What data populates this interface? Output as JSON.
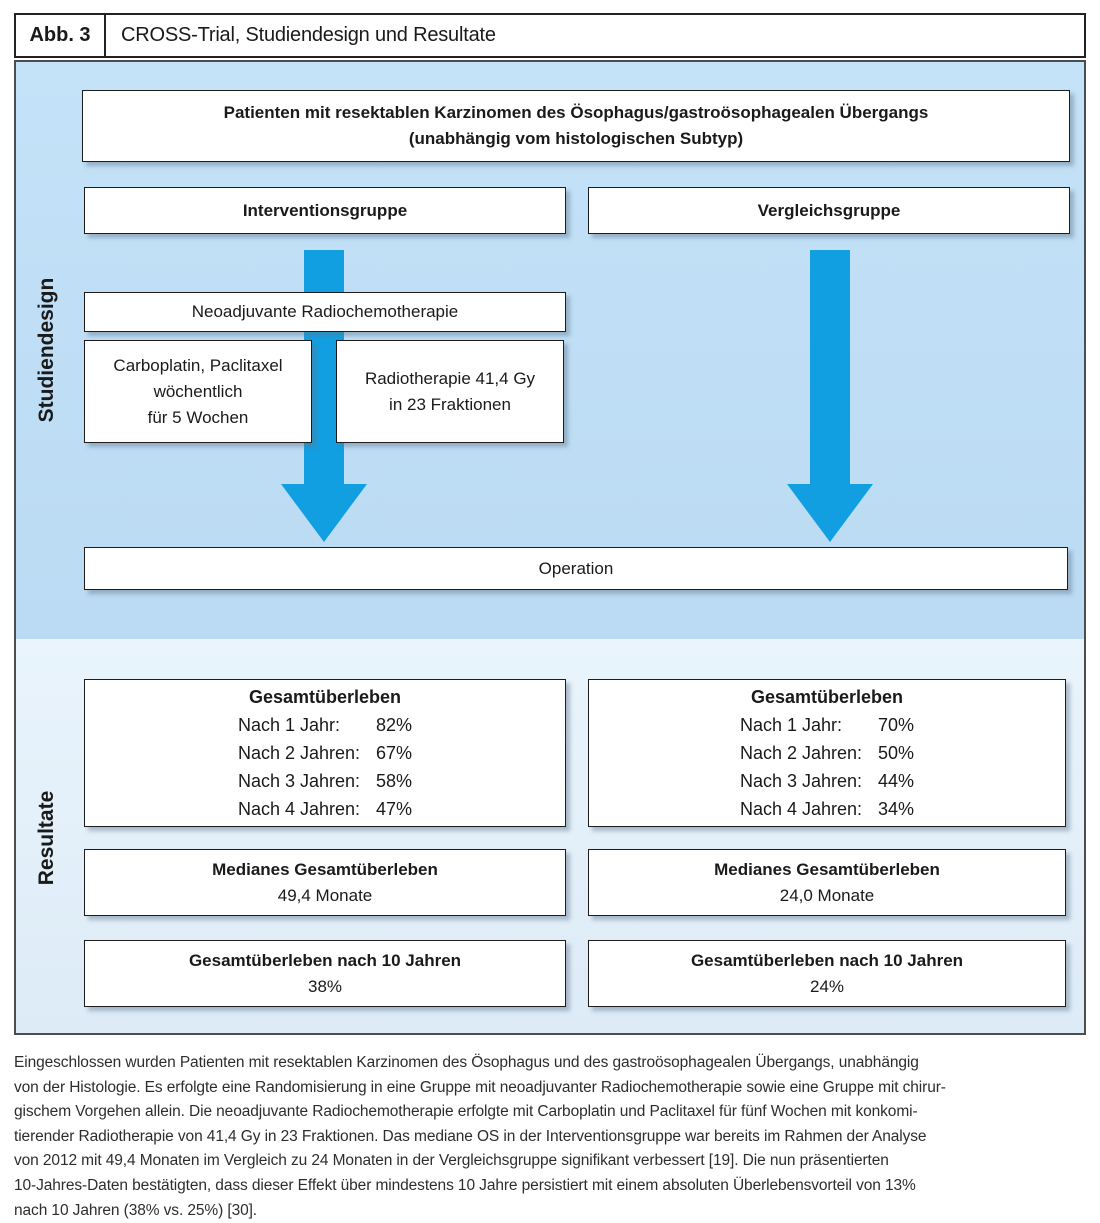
{
  "figure": {
    "label": "Abb. 3",
    "title": "CROSS-Trial, Studiendesign und Resultate"
  },
  "sections": {
    "design_label": "Studiendesign",
    "results_label": "Resultate"
  },
  "design": {
    "patients_line1": "Patienten mit resektablen Karzinomen des Ösophagus/gastroösophagealen Übergangs",
    "patients_line2": "(unabhängig vom histologischen Subtyp)",
    "intervention_group": "Interventionsgruppe",
    "comparison_group": "Vergleichsgruppe",
    "neoadjuvant": "Neoadjuvante Radiochemotherapie",
    "chemo_lines": [
      "Carboplatin, Paclitaxel",
      "wöchentlich",
      "für 5 Wochen"
    ],
    "radio_lines": [
      "Radiotherapie 41,4 Gy",
      "in 23 Fraktionen"
    ],
    "operation": "Operation"
  },
  "results": {
    "intervention": {
      "os_title": "Gesamtüberleben",
      "os_rows": [
        {
          "label": "Nach 1 Jahr:",
          "value": "82%"
        },
        {
          "label": "Nach 2 Jahren:",
          "value": "67%"
        },
        {
          "label": "Nach 3 Jahren:",
          "value": "58%"
        },
        {
          "label": "Nach 4 Jahren:",
          "value": "47%"
        }
      ],
      "median_title": "Medianes Gesamtüberleben",
      "median_value": "49,4 Monate",
      "ten_year_title": "Gesamtüberleben nach 10 Jahren",
      "ten_year_value": "38%"
    },
    "comparison": {
      "os_title": "Gesamtüberleben",
      "os_rows": [
        {
          "label": "Nach 1 Jahr:",
          "value": "70%"
        },
        {
          "label": "Nach 2 Jahren:",
          "value": "50%"
        },
        {
          "label": "Nach 3 Jahren:",
          "value": "44%"
        },
        {
          "label": "Nach 4 Jahren:",
          "value": "34%"
        }
      ],
      "median_title": "Medianes Gesamtüberleben",
      "median_value": "24,0 Monate",
      "ten_year_title": "Gesamtüberleben nach 10 Jahren",
      "ten_year_value": "24%"
    }
  },
  "caption_lines": [
    "Eingeschlossen wurden Patienten mit resektablen Karzinomen des Ösophagus und des gastroösophagealen Übergangs, unabhängig",
    "von der Histologie. Es erfolgte eine Randomisierung in eine Gruppe mit neoadjuvanter Radiochemotherapie sowie eine Gruppe mit chirur-",
    "gischem Vorgehen allein. Die neoadjuvante Radiochemotherapie erfolgte mit Carboplatin und Paclitaxel für fünf Wochen mit konkomi-",
    "tierender Radiotherapie von 41,4 Gy in 23 Fraktionen. Das mediane OS in der Interventionsgruppe war bereits im Rahmen der Analyse",
    "von 2012 mit 49,4 Monaten im Vergleich zu 24 Monaten in der Vergleichsgruppe signifikant verbessert [19]. Die nun präsentierten",
    "10-Jahres-Daten bestätigten, dass dieser Effekt über mindestens 10 Jahre persistiert mit einem absoluten Überlebensvorteil von 13%",
    "nach 10 Jahren (38% vs. 25%) [30]."
  ],
  "colors": {
    "arrow": "#119fe2",
    "design_bg": "#bcdcf4",
    "results_bg": "#e4f0fa",
    "box_border": "#1d1d1d",
    "panel_border": "#4d4d4d"
  }
}
